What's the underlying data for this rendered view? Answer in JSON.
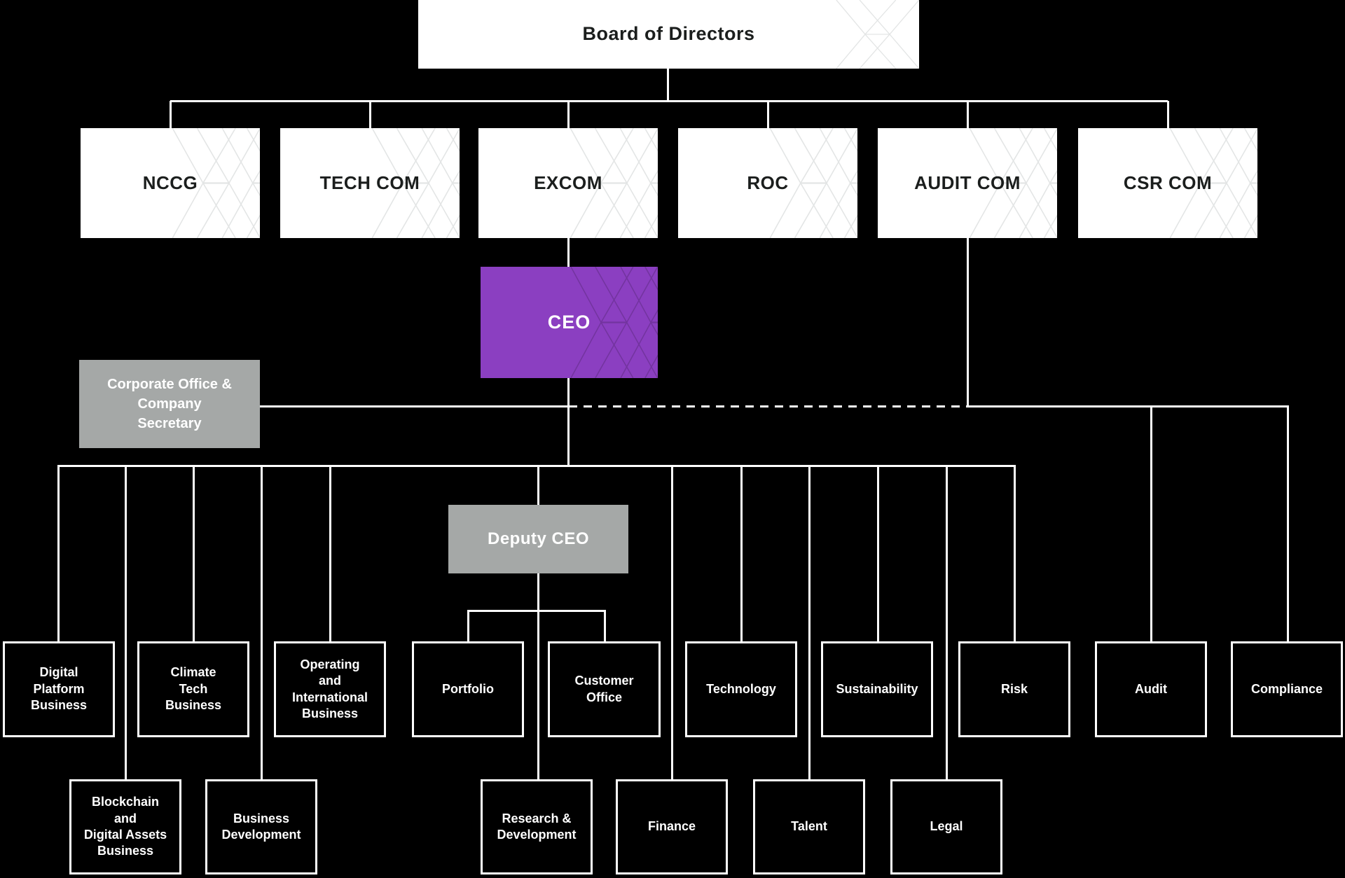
{
  "org": {
    "board": "Board of Directors",
    "committees": [
      "NCCG",
      "TECH COM",
      "EXCOM",
      "ROC",
      "AUDIT COM",
      "CSR COM"
    ],
    "ceo": "CEO",
    "corporate_office": "Corporate Office &\nCompany\nSecretary",
    "deputy_ceo": "Deputy CEO",
    "row1": [
      "Digital\nPlatform\nBusiness",
      "Climate\nTech\nBusiness",
      "Operating\nand\nInternational\nBusiness",
      "Portfolio",
      "Customer\nOffice",
      "Technology",
      "Sustainability",
      "Risk",
      "Audit",
      "Compliance"
    ],
    "row2": [
      "Blockchain\nand\nDigital Assets\nBusiness",
      "Business\nDevelopment",
      "Research &\nDevelopment",
      "Finance",
      "Talent",
      "Legal"
    ]
  },
  "colors": {
    "background": "#000000",
    "box_white": "#ffffff",
    "box_text_dark": "#1b1e1d",
    "ceo_purple": "#8b3fc1",
    "ceo_pattern": "#73349f",
    "gray_box": "#a5a8a7",
    "connector": "#ffffff",
    "pattern_line": "#e3e5e5"
  },
  "icons": {
    "x_motif": "scbx-x-geometric-motif"
  }
}
